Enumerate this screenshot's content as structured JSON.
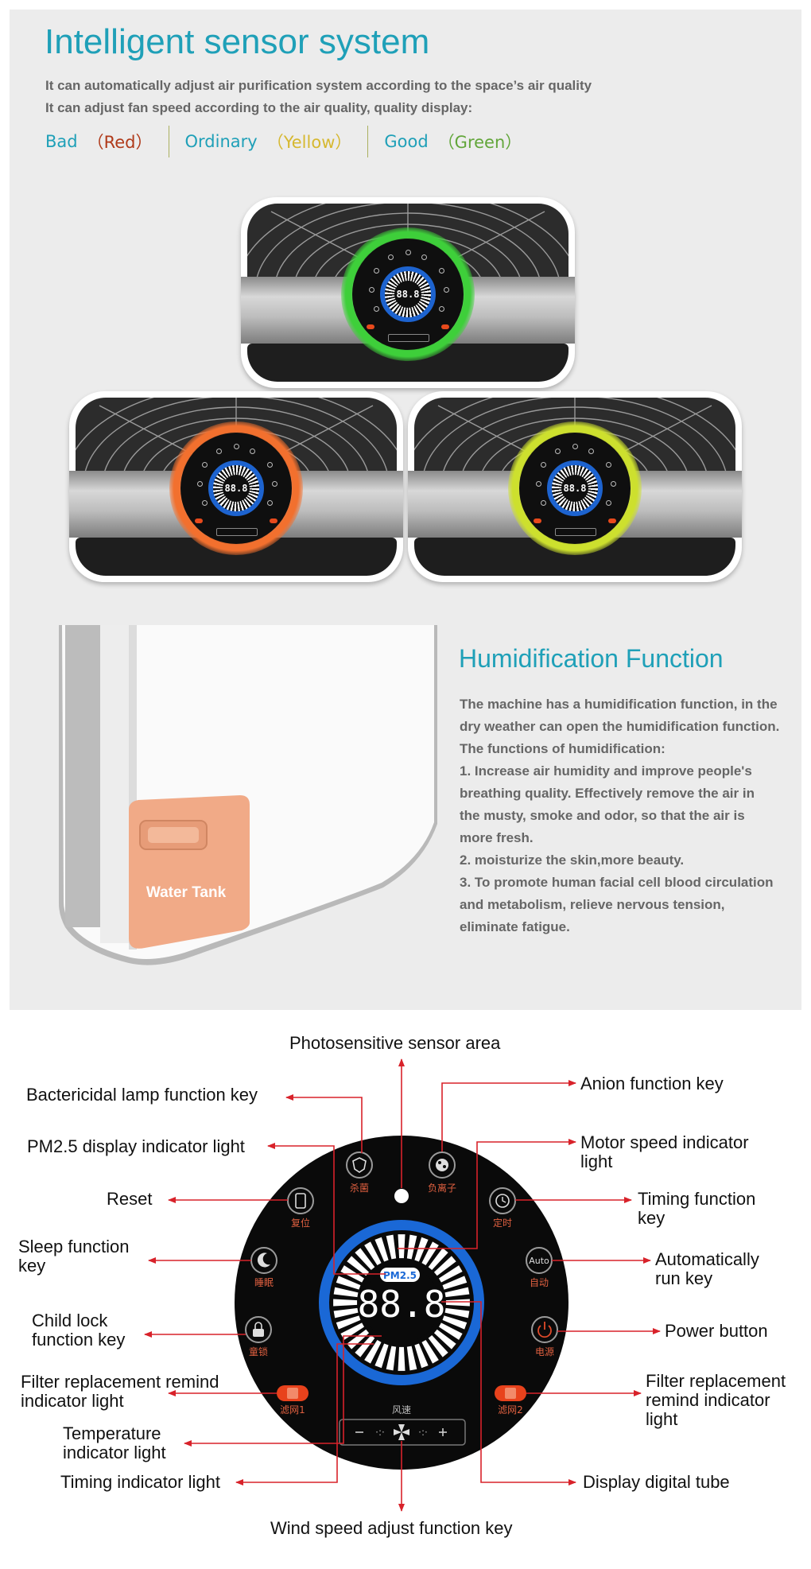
{
  "sensor": {
    "title": "Intelligent sensor system",
    "line1": "It can automatically adjust air purification system according to the space’s air quality",
    "line2": "It can adjust fan speed according to the air quality, quality display:",
    "levels": [
      {
        "label": "Bad",
        "color_word": "（Red）",
        "color": "#b03a1a"
      },
      {
        "label": "Ordinary",
        "color_word": "（Yellow）",
        "color": "#d6b830"
      },
      {
        "label": "Good",
        "color_word": "（Green）",
        "color": "#62a63a"
      }
    ],
    "units": [
      {
        "glow": "#3ecf3a",
        "display": "88.8"
      },
      {
        "glow": "#f2702e",
        "display": "88.8"
      },
      {
        "glow": "#cde02e",
        "display": "88.8"
      }
    ]
  },
  "humidification": {
    "tank_label": "Water Tank",
    "title": "Humidification Function",
    "lines": [
      "The machine has a humidification function, in the",
      "dry weather can open the humidification function.",
      "The functions of humidification:",
      "1. Increase air humidity and improve people's",
      "breathing quality. Effectively remove the air in",
      "the musty, smoke and odor, so that the air is",
      "more fresh.",
      "2. moisturize the skin,more beauty.",
      "3. To promote human facial cell blood circulation",
      "and metabolism, relieve nervous tension,",
      "eliminate fatigue."
    ]
  },
  "panel": {
    "pm_badge": "PM2.5",
    "digits": "88.8",
    "keys": {
      "sterilize": "杀菌",
      "anion": "负离子",
      "reset": "复位",
      "timer": "定时",
      "sleep": "睡眠",
      "auto_caption": "自动",
      "auto_text": "Auto",
      "lock": "童锁",
      "power": "电源",
      "filter1": "滤网1",
      "filter2": "滤网2",
      "wind": "风速"
    },
    "labels": {
      "photosensitive": "Photosensitive sensor area",
      "bactericidal": "Bactericidal lamp function key",
      "anion": "Anion function key",
      "pm25": "PM2.5 display indicator light",
      "motor_1": "Motor speed indicator",
      "motor_2": "light",
      "reset": "Reset",
      "timing_1": "Timing function",
      "timing_2": "key",
      "sleep_1": "Sleep function",
      "sleep_2": "key",
      "auto_1": "Automatically",
      "auto_2": "run key",
      "child_1": "Child lock",
      "child_2": "function key",
      "power": "Power button",
      "filter_l_1": "Filter replacement remind",
      "filter_l_2": "indicator light",
      "filter_r_1": "Filter replacement",
      "filter_r_2": "remind indicator",
      "filter_r_3": "light",
      "temp_1": "Temperature",
      "temp_2": "indicator light",
      "timing_ind": "Timing indicator light",
      "digital_tube": "Display digital tube",
      "wind": "Wind speed adjust function key"
    }
  }
}
